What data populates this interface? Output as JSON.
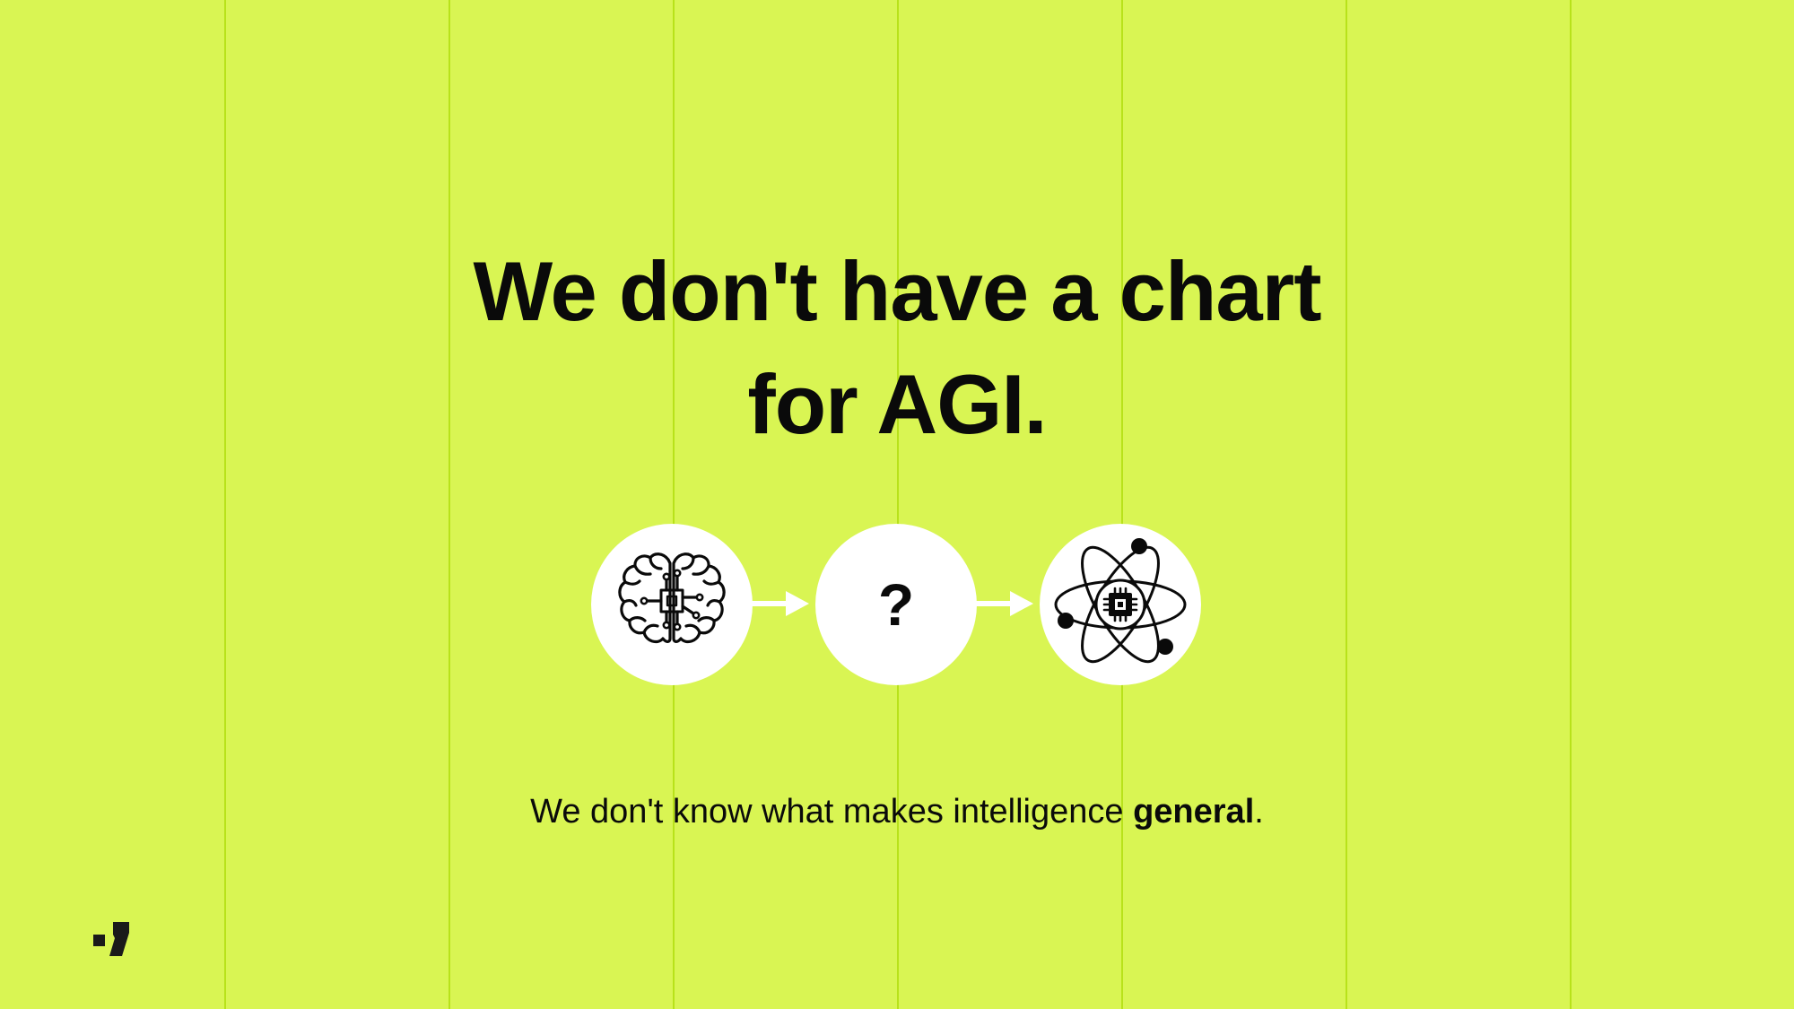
{
  "slide": {
    "background_color": "#d9f553",
    "gridline_color": "#b8e21a",
    "headline": {
      "line1": "We don't have a chart",
      "line2": "for AGI."
    },
    "diagram": {
      "steps": [
        {
          "icon": "brain-chip-icon"
        },
        {
          "icon": "question-mark-icon",
          "label": "?"
        },
        {
          "icon": "atom-chip-icon"
        }
      ],
      "connector_icon": "arrow-right-icon",
      "connector_color": "#ffffff"
    },
    "caption": {
      "prefix": "We don't know what makes intelligence ",
      "emphasis": "general",
      "suffix": "."
    },
    "logo_icon": "brand-logo-icon"
  }
}
